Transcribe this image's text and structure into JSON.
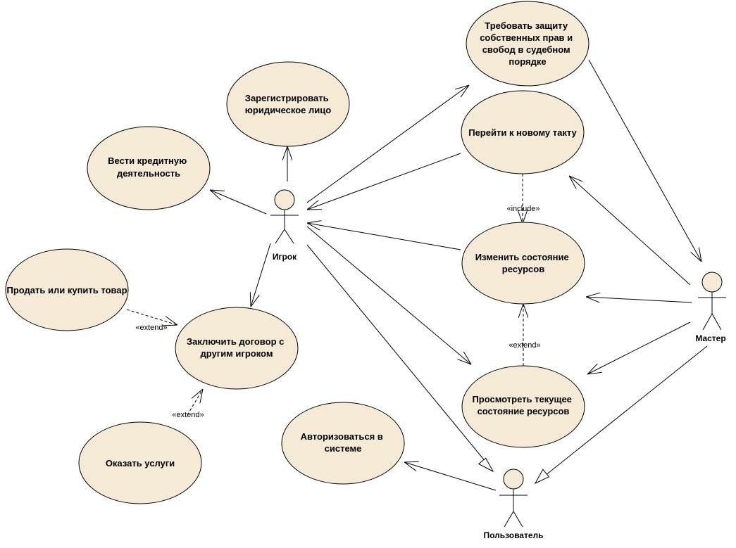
{
  "actors": {
    "igrok": "Игрок",
    "master": "Мастер",
    "user": "Пользователь"
  },
  "use_cases": {
    "protect_rights": [
      "Требовать защиту",
      "собственных прав и",
      "свобод в судебном",
      "порядке"
    ],
    "register_legal": [
      "Зарегистрировать",
      "юридическое лицо"
    ],
    "next_tact": [
      "Перейти к новому такту"
    ],
    "credit": [
      "Вести кредитную",
      "деятельность"
    ],
    "change_resources": [
      "Изменить состояние",
      "ресурсов"
    ],
    "buy_sell": [
      "Продать или купить товар"
    ],
    "contract": [
      "Заключить договор с",
      "другим игроком"
    ],
    "view_resources": [
      "Просмотреть текущее",
      "состояние ресурсов"
    ],
    "authorize": [
      "Авторизоваться в",
      "системе"
    ],
    "services": [
      "Оказать услуги"
    ]
  },
  "stereotypes": {
    "include": "«include»",
    "extend_buy": "«extend»",
    "extend_view": "«extend»",
    "extend_services": "«extend»"
  }
}
